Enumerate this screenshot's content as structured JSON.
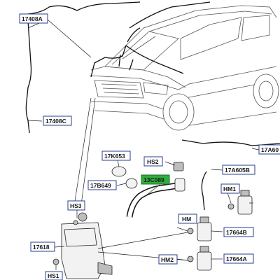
{
  "callouts": [
    {
      "id": "17408A",
      "label": "17408A"
    },
    {
      "id": "17408C",
      "label": "17408C"
    },
    {
      "id": "17K653",
      "label": "17K653"
    },
    {
      "id": "HS2",
      "label": "HS2"
    },
    {
      "id": "17B649",
      "label": "17B649"
    },
    {
      "id": "13C089",
      "label": "13C089",
      "highlighted": true
    },
    {
      "id": "HS3",
      "label": "HS3"
    },
    {
      "id": "17618",
      "label": "17618"
    },
    {
      "id": "HS1",
      "label": "HS1"
    },
    {
      "id": "HM1",
      "label": "HM1"
    },
    {
      "id": "HM",
      "label": "HM"
    },
    {
      "id": "HM2",
      "label": "HM2"
    },
    {
      "id": "17664B",
      "label": "17664B"
    },
    {
      "id": "17664A",
      "label": "17664A"
    },
    {
      "id": "17A605B",
      "label": "17A605B"
    },
    {
      "id": "17A60",
      "label": "17A60"
    }
  ],
  "colors": {
    "callout_border": "#2a3d8f",
    "highlight_fill": "#2fae3f",
    "line": "#222222"
  }
}
